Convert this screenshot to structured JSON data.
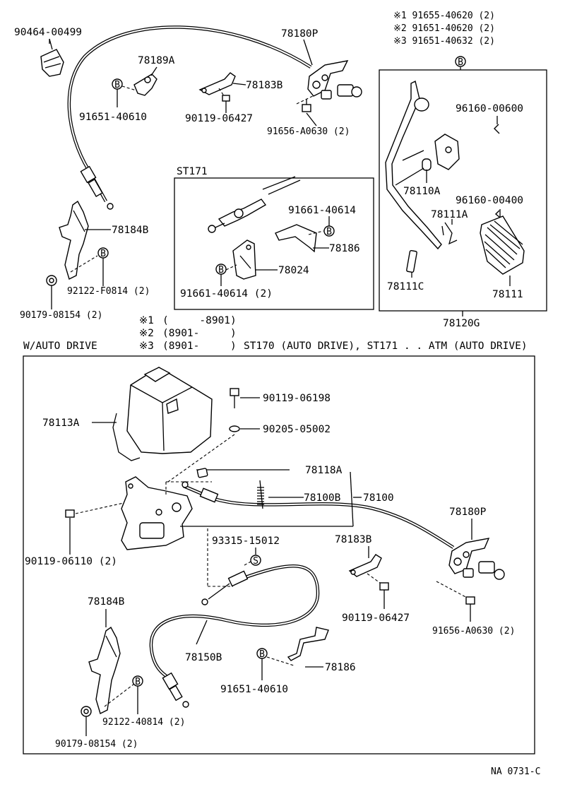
{
  "labels": {
    "p90464": "90464-00499",
    "p78180p_top": "78180P",
    "p78189a": "78189A",
    "p78183b_top": "78183B",
    "b_top1": "B",
    "p91651_40610_top": "91651-40610",
    "p90119_06427_top": "90119-06427",
    "p91656_top": "91656-A0630 (2)",
    "p78184b_top": "78184B",
    "b_top2": "B",
    "p92122_f0814": "92122-F0814 (2)",
    "p90179_top": "90179-08154 (2)",
    "st171": "ST171",
    "p91661_a": "91661-40614",
    "b_st1": "B",
    "p78186_st": "78186",
    "p78024": "78024",
    "b_st2": "B",
    "p91661_b": "91661-40614 (2)",
    "note1": "※1 91655-40620 (2)",
    "note2": "※2 91651-40620 (2)",
    "note3": "※3 91651-40632 (2)",
    "b_pedal": "B",
    "p96160_600": "96160-00600",
    "p78110a": "78110A",
    "p96160_400": "96160-00400",
    "p78111a": "78111A",
    "p78111c": "78111C",
    "p78111": "78111",
    "p78120g": "78120G",
    "fn1_mark": "※1",
    "fn1_text": "(     -8901)",
    "fn2_mark": "※2",
    "fn2_text": "(8901-     )",
    "fn3_mark": "※3",
    "fn3_text": "(8901-     )",
    "fn3_desc": "ST170 (AUTO DRIVE), ST171 . . ATM (AUTO DRIVE)",
    "w_auto": "W/AUTO DRIVE",
    "p78113a": "78113A",
    "p90119_06198": "90119-06198",
    "p90205": "90205-05002",
    "p78118a": "78118A",
    "p78100b": "78100B",
    "p78100": "78100",
    "p78180p_bot": "78180P",
    "p90119_06110": "90119-06110 (2)",
    "p93315": "93315-15012",
    "s_mark": "S",
    "p78183b_bot": "78183B",
    "p90119_06427_bot": "90119-06427",
    "p91656_bot": "91656-A0630 (2)",
    "p78184b_bot": "78184B",
    "p78150b": "78150B",
    "b_bot1": "B",
    "p78186_bot": "78186",
    "b_bot2": "B",
    "p92122_40814": "92122-40814 (2)",
    "p91651_40610_bot": "91651-40610",
    "p90179_bot": "90179-08154 (2)",
    "ref": "NA 0731-C"
  }
}
